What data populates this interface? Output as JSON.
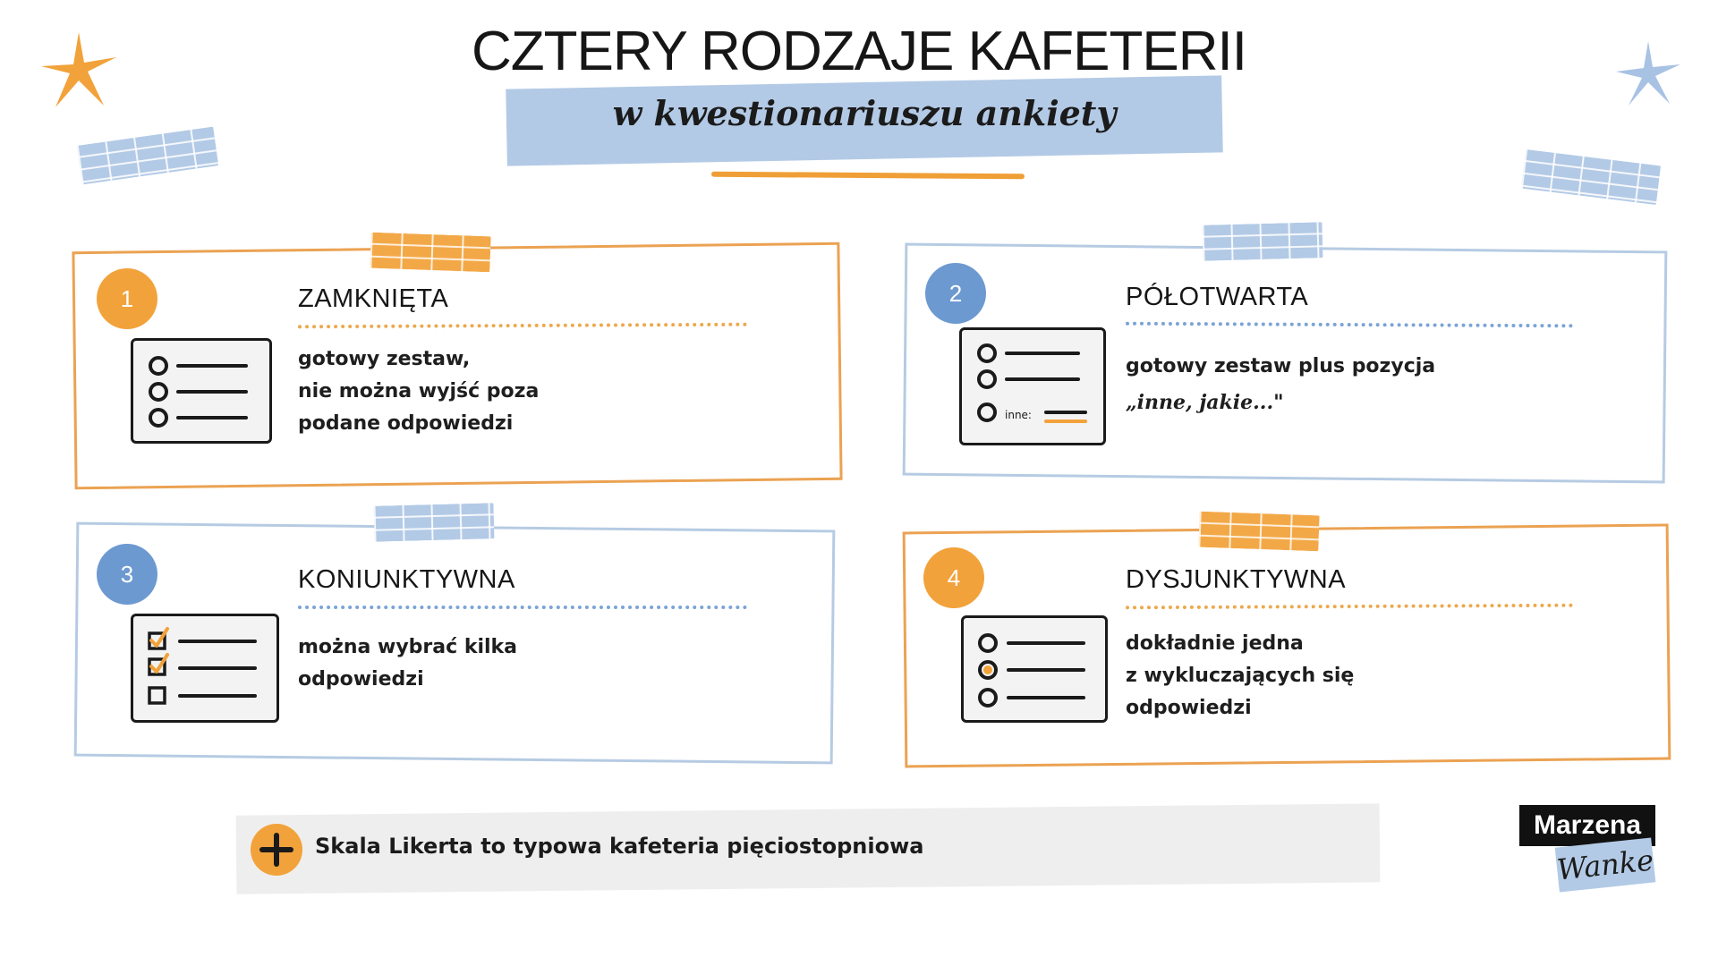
{
  "header": {
    "title": "CZTERY RODZAJE KAFETERII",
    "subtitle": "w kwestionariuszu ankiety"
  },
  "colors": {
    "accent_orange": "#f2a23a",
    "accent_blue": "#6d99d1",
    "tape_blue": "#b3cae6",
    "border_orange": "#eba252",
    "border_blue": "#b6cbe3"
  },
  "cards": [
    {
      "number": "1",
      "title": "ZAMKNIĘTA",
      "icon": "single-choice-list-icon",
      "lines": [
        "gotowy zestaw,",
        "nie można wyjść poza",
        "podane odpowiedzi"
      ]
    },
    {
      "number": "2",
      "title": "PÓŁOTWARTA",
      "icon": "semi-open-list-icon",
      "icon_label": "inne:",
      "lines": [
        "gotowy zestaw plus pozycja",
        "„inne, jakie...\""
      ]
    },
    {
      "number": "3",
      "title": "KONIUNKTYWNA",
      "icon": "checkbox-list-icon",
      "lines": [
        "można wybrać kilka",
        "odpowiedzi"
      ]
    },
    {
      "number": "4",
      "title": "DYSJUNKTYWNA",
      "icon": "radio-list-icon",
      "lines": [
        "dokładnie jedna",
        "z wykluczających się",
        "odpowiedzi"
      ]
    }
  ],
  "footer": {
    "icon": "plus-icon",
    "text": "Skala Likerta to typowa kafeteria pięciostopniowa"
  },
  "logo": {
    "line1": "Marzena",
    "line2": "Wanke"
  }
}
